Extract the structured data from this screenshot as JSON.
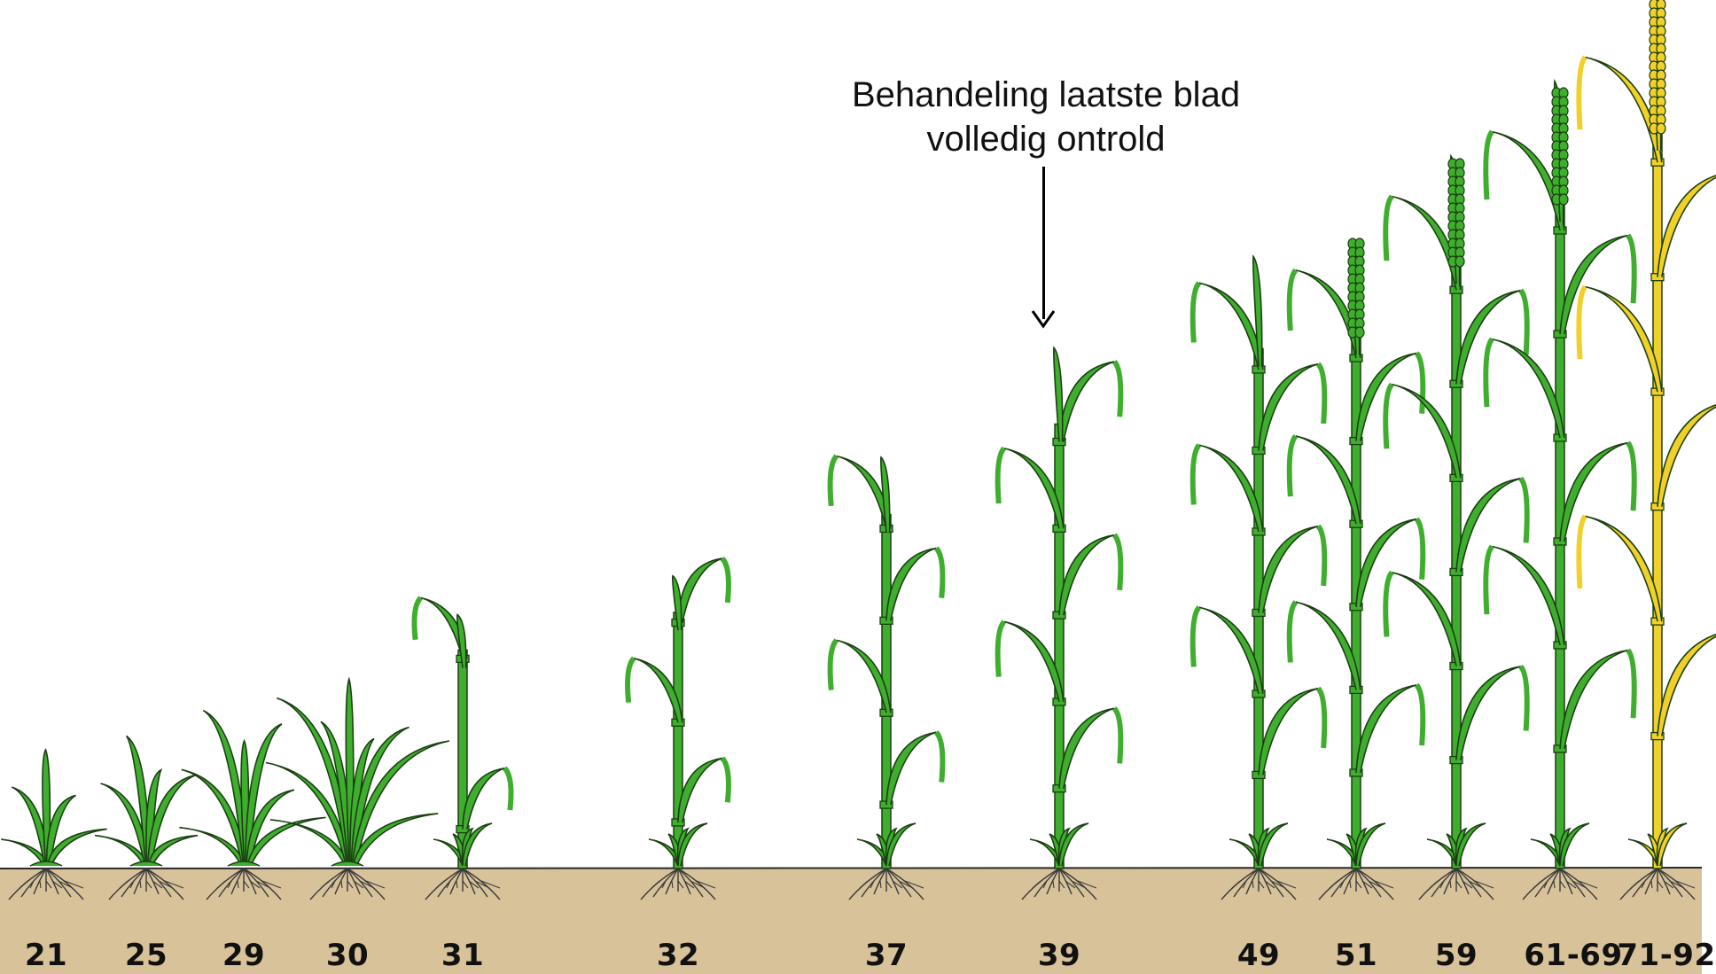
{
  "callout": {
    "line1": "Behandeling laatste blad",
    "line2": "volledig ontrold"
  },
  "stages": [
    "21",
    "25",
    "29",
    "30",
    "31",
    "32",
    "37",
    "39",
    "49",
    "51",
    "59",
    "61-69",
    "71-92"
  ],
  "colors": {
    "soil": "#d8c29a",
    "plant_green": "#3fae2e",
    "plant_outline": "#1b3f12",
    "mature_yellow": "#f2d02a",
    "roots": "#3a3a3a",
    "arrow": "#000000"
  }
}
